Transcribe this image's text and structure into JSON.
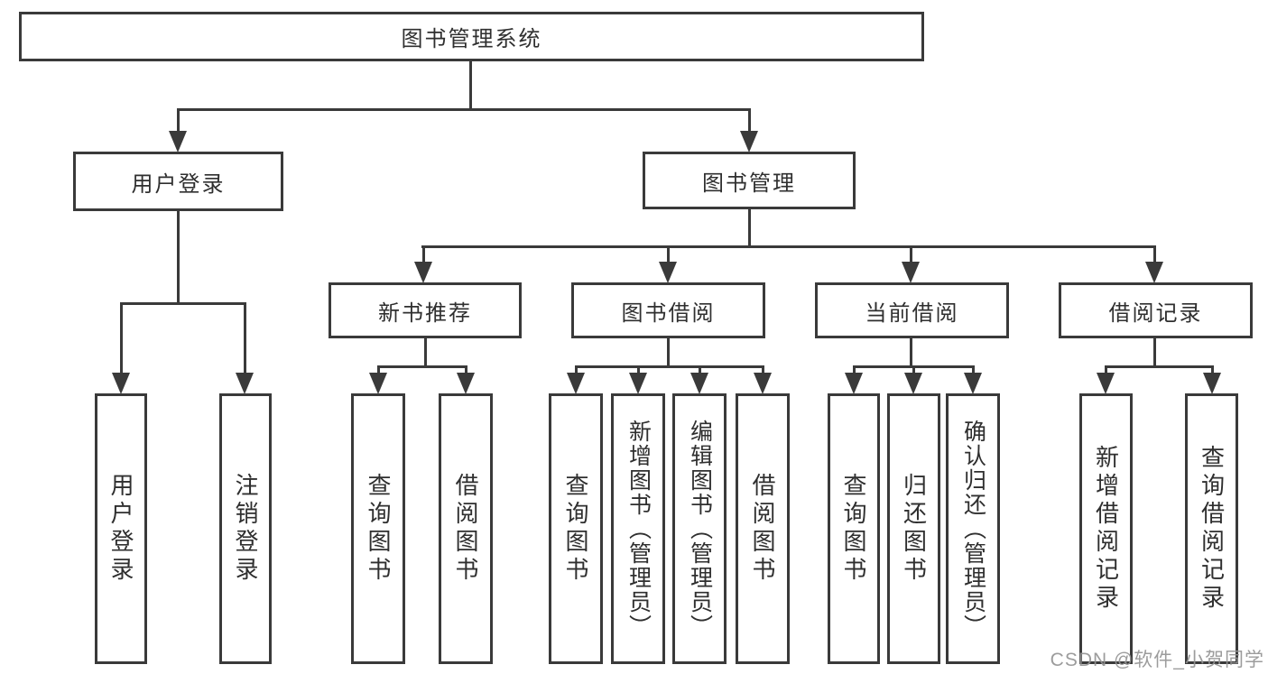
{
  "diagram": {
    "type": "hierarchy-tree",
    "root": {
      "label": "图书管理系统",
      "children": [
        {
          "label": "用户登录",
          "children": [
            {
              "label": "用户登录"
            },
            {
              "label": "注销登录"
            }
          ]
        },
        {
          "label": "图书管理",
          "children": [
            {
              "label": "新书推荐",
              "children": [
                {
                  "label": "查询图书"
                },
                {
                  "label": "借阅图书"
                }
              ]
            },
            {
              "label": "图书借阅",
              "children": [
                {
                  "label": "查询图书"
                },
                {
                  "label": "新增图书（管理员）"
                },
                {
                  "label": "编辑图书（管理员）"
                },
                {
                  "label": "借阅图书"
                }
              ]
            },
            {
              "label": "当前借阅",
              "children": [
                {
                  "label": "查询图书"
                },
                {
                  "label": "归还图书"
                },
                {
                  "label": "确认归还（管理员）"
                }
              ]
            },
            {
              "label": "借阅记录",
              "children": [
                {
                  "label": "新增借阅记录"
                },
                {
                  "label": "查询借阅记录"
                }
              ]
            }
          ]
        }
      ]
    }
  },
  "watermark": {
    "text": "CSDN @软件_小贺同学"
  },
  "colors": {
    "line": "#3a3a3a",
    "text": "#2f2f2f",
    "box_background": "#ffffff",
    "page_background": "#ffffff",
    "watermark": "#949494"
  }
}
